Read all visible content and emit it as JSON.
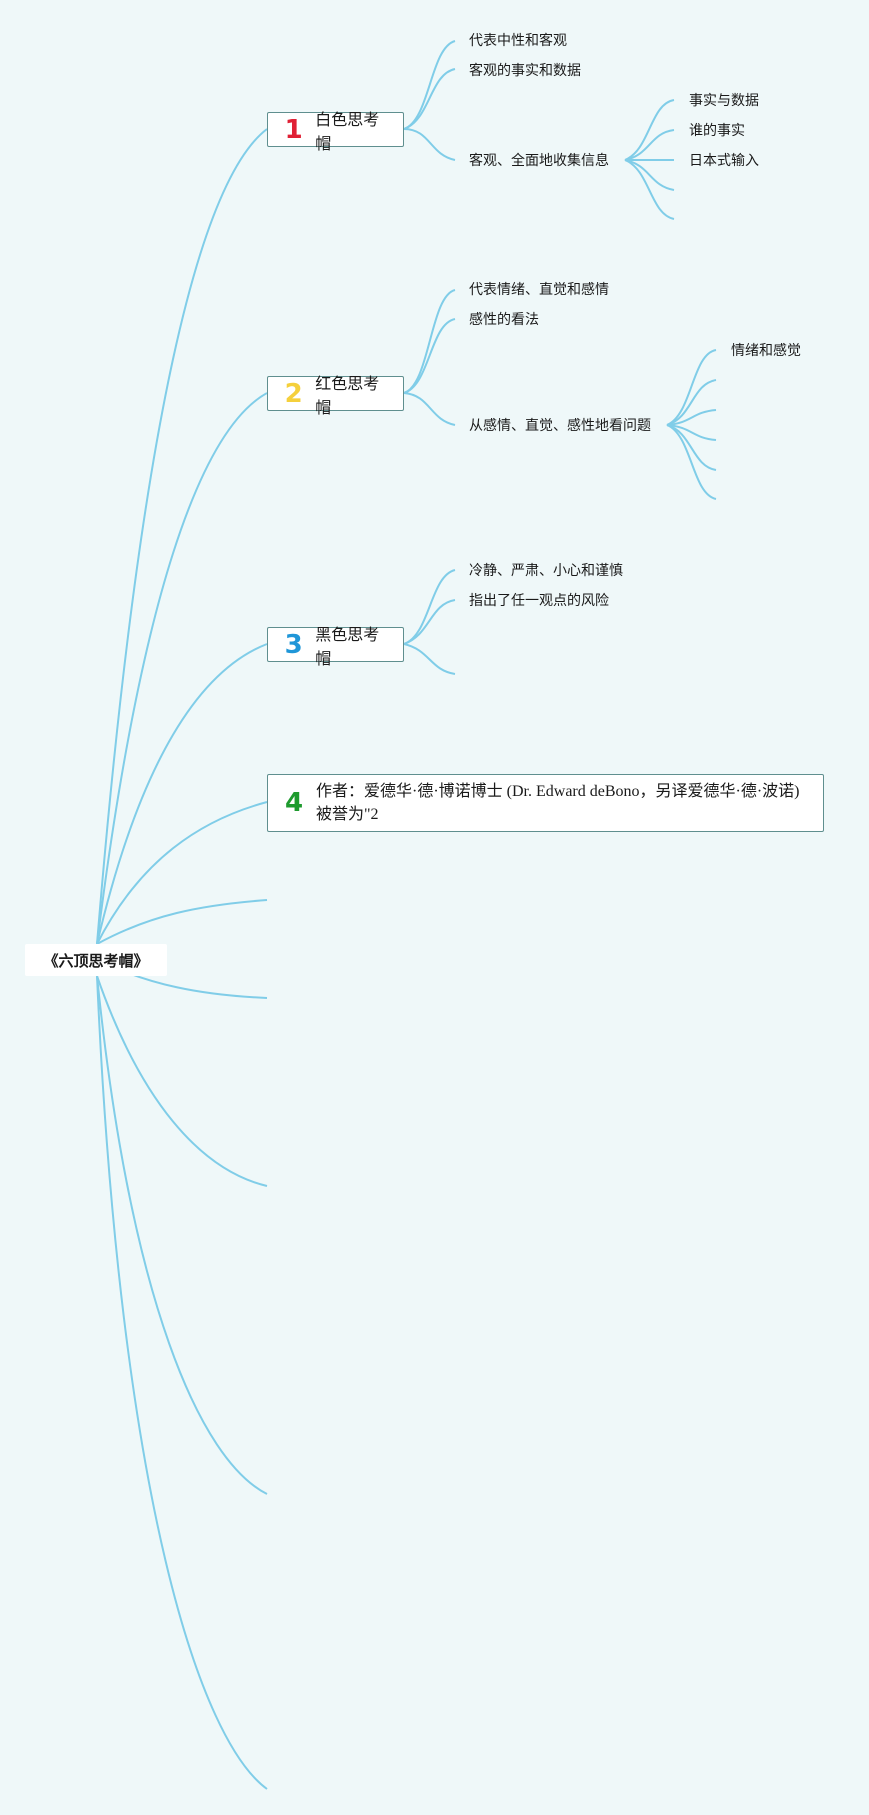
{
  "root": {
    "label": "《六顶思考帽》"
  },
  "branches": [
    {
      "number": "1",
      "number_color": "#e02035",
      "label": "白色思考帽",
      "leaves": [
        "代表中性和客观",
        "客观的事实和数据",
        "客观、全面地收集信息"
      ],
      "subleaves": [
        "事实与数据",
        "谁的事实",
        "日本式输入"
      ]
    },
    {
      "number": "2",
      "number_color": "#f5d03c",
      "label": "红色思考帽",
      "leaves": [
        "代表情绪、直觉和感情",
        "感性的看法",
        "从感情、直觉、感性地看问题"
      ],
      "subleaves": [
        "情绪和感觉"
      ]
    },
    {
      "number": "3",
      "number_color": "#1f96d8",
      "label": "黑色思考帽",
      "leaves": [
        "冷静、严肃、小心和谨慎",
        "指出了任一观点的风险"
      ]
    },
    {
      "number": "4",
      "number_color": "#1e9a2e",
      "label_line1": "作者：爱德华·德·博诺博士 (Dr. Edward deBono，另译爱德华·德·波诺)",
      "label_line2": "被誉为\"2"
    }
  ],
  "colors": {
    "line": "#80cde8",
    "background": "#eff8f9",
    "border": "#5f8f8f"
  }
}
